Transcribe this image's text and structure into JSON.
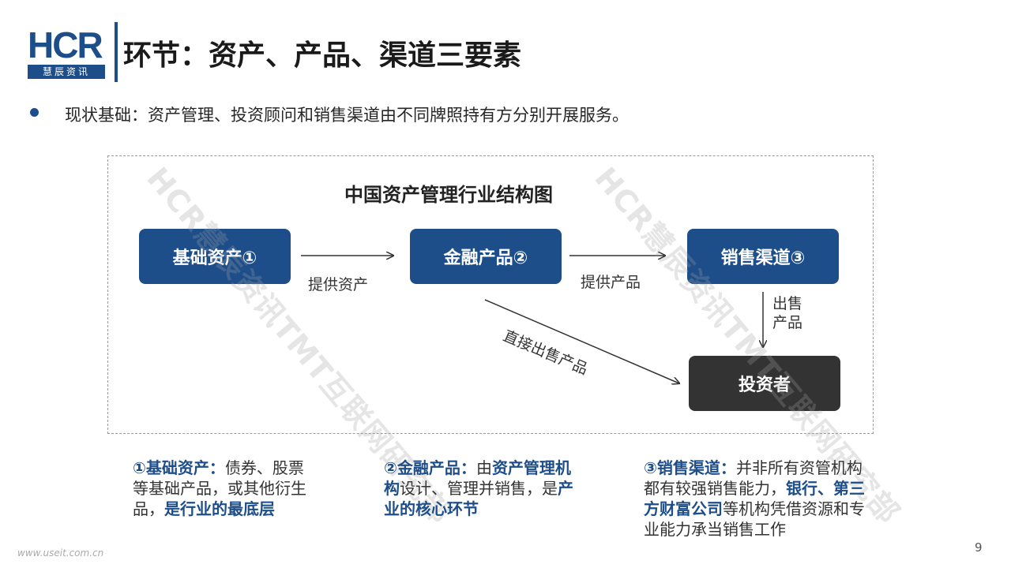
{
  "header": {
    "logo_text": "HCR",
    "logo_sub": "慧辰资讯",
    "title": "环节：资产、产品、渠道三要素"
  },
  "bullet": "现状基础：资产管理、投资顾问和销售渠道由不同牌照持有方分别开展服务。",
  "diagram": {
    "title": "中国资产管理行业结构图",
    "nodes": {
      "asset": "基础资产①",
      "product": "金融产品②",
      "channel": "销售渠道③",
      "investor": "投资者"
    },
    "edges": {
      "asset_to_product": "提供资产",
      "product_to_channel": "提供产品",
      "channel_to_investor_1": "出售",
      "channel_to_investor_2": "产品",
      "product_to_investor": "直接出售产品"
    }
  },
  "watermarks": [
    "HCR慧辰资讯TMT互联网研究部",
    "HCR慧辰资讯TMT互联网研究部"
  ],
  "notes": [
    {
      "head": "①基础资产：",
      "p1": "债券、股票等基础产品，或其他衍生品，",
      "p2": "是行业的最底层"
    },
    {
      "head": "②金融产品：",
      "p1": "由",
      "p2": "资产管理机构",
      "p3": "设计、管理并销售，是",
      "p4": "产业的核心环节"
    },
    {
      "head": "③销售渠道：",
      "p1": "并非所有资管机构都有较强销售能力，",
      "p2": "银行、第三方财富公司",
      "p3": "等机构凭借资源和专业能力承当销售工作"
    }
  ],
  "footer": {
    "url": "www.useit.com.cn",
    "page": "9"
  },
  "colors": {
    "brand": "#1d4e89",
    "investor": "#333333"
  }
}
